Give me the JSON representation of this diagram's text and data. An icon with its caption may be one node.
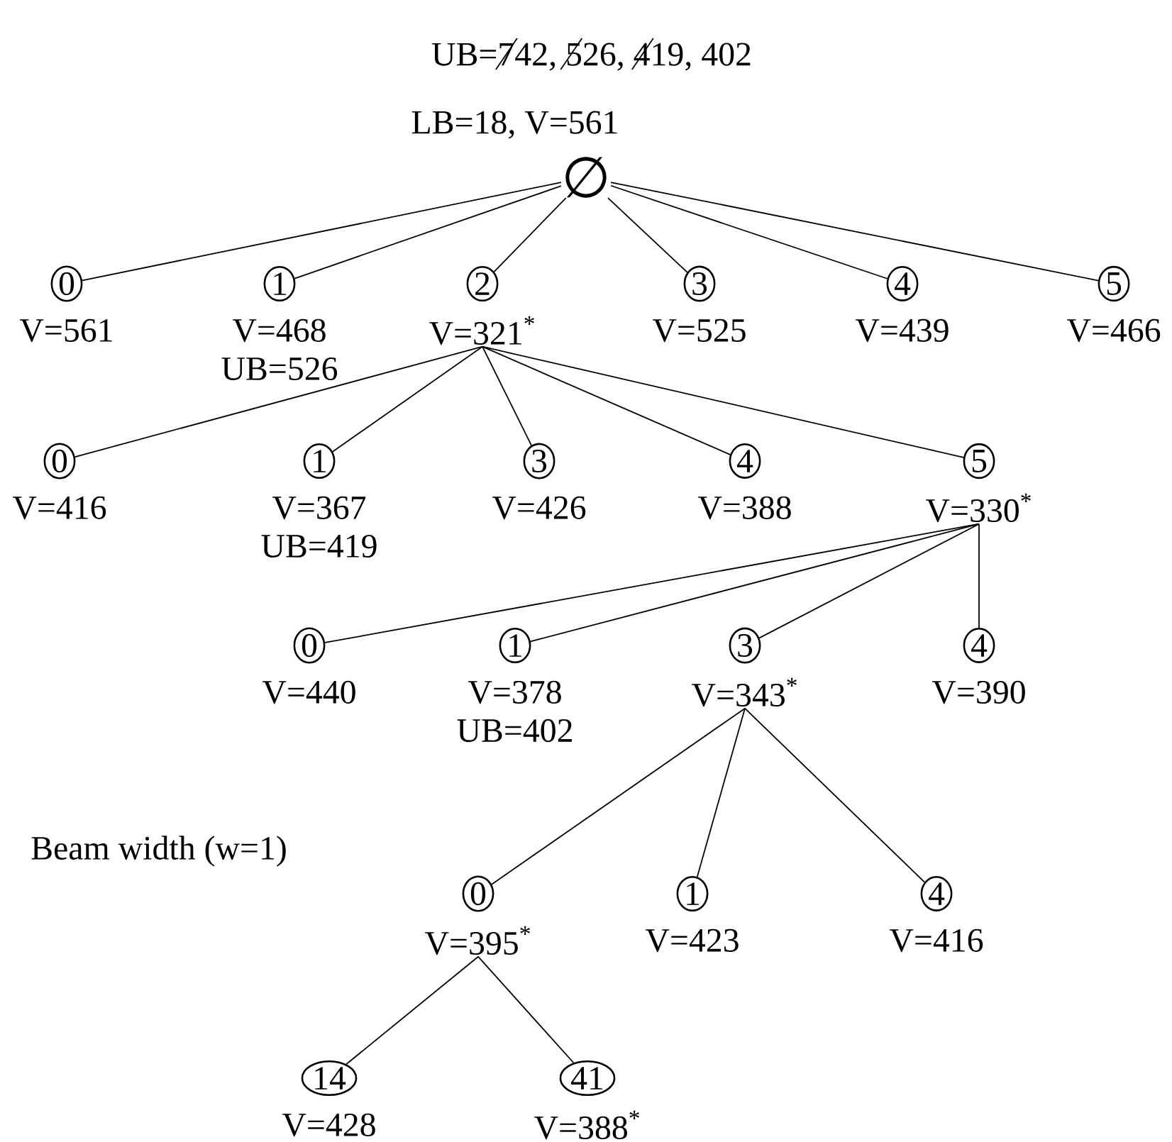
{
  "diagram": {
    "nodes": [
      {
        "text": [
          "∅"
        ],
        "beside": [
          "UB=742, 526, 419, 402",
          "LB=18, V=561"
        ]
      },
      {
        "text": [
          "0"
        ],
        "beside": [
          "V=561"
        ]
      },
      {
        "text": [
          "1"
        ],
        "beside": [
          "V=468",
          "UB=526"
        ]
      },
      {
        "text": [
          "2"
        ],
        "beside": [
          "V=321$^{*}$"
        ]
      },
      {
        "text": [
          "3"
        ],
        "beside": [
          "V=525"
        ]
      },
      {
        "text": [
          "4"
        ],
        "beside": [
          "V=439"
        ]
      },
      {
        "text": [
          "5"
        ],
        "beside": [
          "V=466"
        ]
      },
      {
        "text": [
          "0"
        ],
        "beside": [
          "V=416"
        ]
      },
      {
        "text": [
          "1"
        ],
        "beside": [
          "V=367",
          "UB=419"
        ]
      },
      {
        "text": [
          "3"
        ],
        "beside": [
          "V=426"
        ]
      },
      {
        "text": [
          "4"
        ],
        "beside": [
          "V=388"
        ]
      },
      {
        "text": [
          "5"
        ],
        "beside": [
          "V=330$^{*}$"
        ]
      },
      {
        "text": [
          "0"
        ],
        "beside": [
          "V=440"
        ]
      },
      {
        "text": [
          "1"
        ],
        "beside": [
          "V=378",
          "UB=402"
        ]
      },
      {
        "text": [
          "3"
        ],
        "beside": [
          "V=343$^{*}$"
        ]
      },
      {
        "text": [
          "4"
        ],
        "beside": [
          "V=390"
        ]
      },
      {
        "text": [
          "0"
        ],
        "beside": [
          "V=395$^{*}$"
        ]
      },
      {
        "text": [
          "1"
        ],
        "beside": [
          "V=423"
        ]
      },
      {
        "text": [
          "4"
        ],
        "beside": [
          "V=416"
        ]
      },
      {
        "text": [
          "14"
        ],
        "beside": [
          "V=428"
        ]
      },
      {
        "text": [
          "41"
        ],
        "beside": [
          "V=388$^{*}$"
        ]
      }
    ],
    "edges": [
      {
        "from": 0,
        "to": 1,
        "arrow": "none"
      },
      {
        "from": 0,
        "to": 2,
        "arrow": "none"
      },
      {
        "from": 0,
        "to": 3,
        "arrow": "none"
      },
      {
        "from": 0,
        "to": 4,
        "arrow": "none"
      },
      {
        "from": 0,
        "to": 5,
        "arrow": "none"
      },
      {
        "from": 0,
        "to": 6,
        "arrow": "none"
      },
      {
        "from": 3,
        "to": 7,
        "arrow": "none"
      },
      {
        "from": 3,
        "to": 8,
        "arrow": "none"
      },
      {
        "from": 3,
        "to": 9,
        "arrow": "none"
      },
      {
        "from": 3,
        "to": 10,
        "arrow": "none"
      },
      {
        "from": 3,
        "to": 11,
        "arrow": "none"
      },
      {
        "from": 11,
        "to": 12,
        "arrow": "none"
      },
      {
        "from": 11,
        "to": 13,
        "arrow": "none"
      },
      {
        "from": 11,
        "to": 14,
        "arrow": "none"
      },
      {
        "from": 11,
        "to": 15,
        "arrow": "none"
      },
      {
        "from": 14,
        "to": 16,
        "arrow": "none"
      },
      {
        "from": 14,
        "to": 17,
        "arrow": "none"
      },
      {
        "from": 14,
        "to": 18,
        "arrow": "none"
      },
      {
        "from": 16,
        "to": 19,
        "arrow": "none"
      },
      {
        "from": 16,
        "to": 20,
        "arrow": "none"
      }
    ],
    "labels": [
      "Beam width (w=1)"
    ]
  }
}
